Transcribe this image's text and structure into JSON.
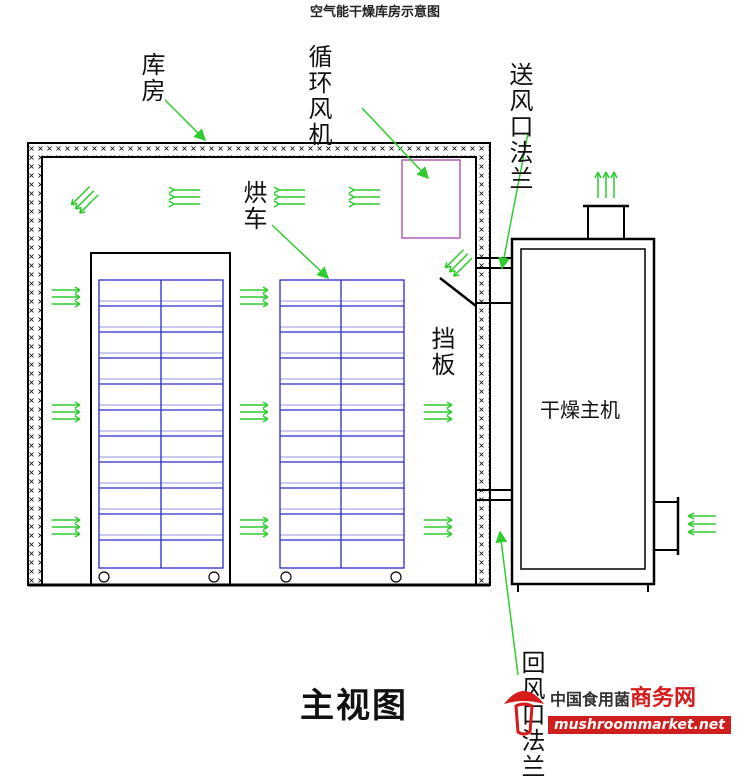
{
  "title": "空气能干燥库房示意图",
  "labels": {
    "warehouse": "库房",
    "circulation_fan": "循环风机",
    "supply_flange": "送风口法兰",
    "dryer_cart": "烘车",
    "baffle": "挡板",
    "dryer_host": "干燥主机",
    "return_flange": "回风口法兰",
    "main_view": "主视图"
  },
  "watermark": {
    "site_cn_prefix": "中国食用菌",
    "site_cn_suffix": "商务网",
    "site_url": "mushroommarket.net"
  },
  "colors": {
    "outline": "#000000",
    "rack": "#2a2ac8",
    "arrows": "#2ecc2e",
    "fan": "#b35fb8",
    "watermark_red": "#d51b1b"
  }
}
